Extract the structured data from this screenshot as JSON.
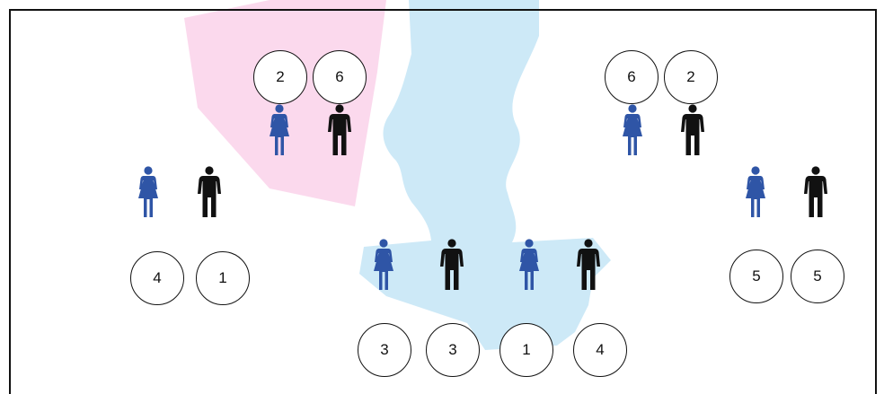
{
  "colors": {
    "female": "#2f55a6",
    "male": "#111111",
    "background_light_blue": "#cde9f7",
    "background_pink": "#f7b9de"
  },
  "icons": {
    "female": "female-person-icon",
    "male": "male-person-icon"
  },
  "top_left": {
    "female_value": "2",
    "male_value": "6"
  },
  "top_right": {
    "female_value": "6",
    "male_value": "2"
  },
  "middle_left": {
    "female_value": "4",
    "male_value": "1"
  },
  "middle_right": {
    "female_value": "5",
    "male_value": "5"
  },
  "bottom_left_pair": {
    "female_value": "3",
    "male_value": "3"
  },
  "bottom_right_pair": {
    "female_value": "1",
    "male_value": "4"
  }
}
